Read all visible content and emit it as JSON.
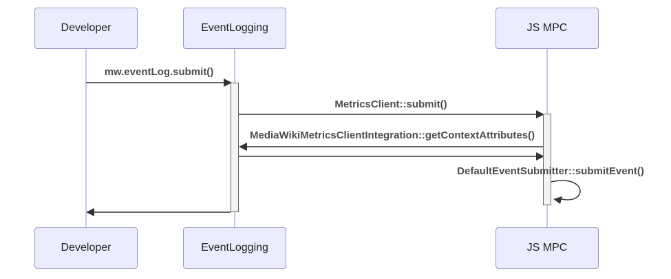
{
  "diagram": {
    "type": "sequence-diagram",
    "actors": [
      {
        "id": "developer",
        "label": "Developer"
      },
      {
        "id": "eventlogging",
        "label": "EventLogging"
      },
      {
        "id": "jsmpc",
        "label": "JS MPC"
      }
    ],
    "messages": [
      {
        "from": "Developer",
        "to": "EventLogging",
        "label": "mw.eventLog.submit()",
        "type": "solid-arrow"
      },
      {
        "from": "EventLogging",
        "to": "JS MPC",
        "label": "MetricsClient::submit()",
        "type": "solid-arrow"
      },
      {
        "from": "JS MPC",
        "to": "EventLogging",
        "label": "MediaWikiMetricsClientIntegration::getContextAttributes()",
        "type": "solid-arrow"
      },
      {
        "from": "EventLogging",
        "to": "JS MPC",
        "label": "",
        "type": "solid-arrow"
      },
      {
        "from": "JS MPC",
        "to": "JS MPC",
        "label": "DefaultEventSubmitter::submitEvent()",
        "type": "self-arrow"
      },
      {
        "from": "EventLogging",
        "to": "Developer",
        "label": "",
        "type": "solid-arrow"
      }
    ],
    "colors": {
      "background": "#FFFFFF",
      "actor_fill": "#ECECFF",
      "actor_border": "#9A94C2",
      "actor_text": "#222222",
      "lifeline": "#BCAFE3",
      "message_line": "#333333",
      "message_text": "#4D4D4D",
      "activation_fill": "#F4F4F4",
      "activation_border": "#666666"
    }
  }
}
